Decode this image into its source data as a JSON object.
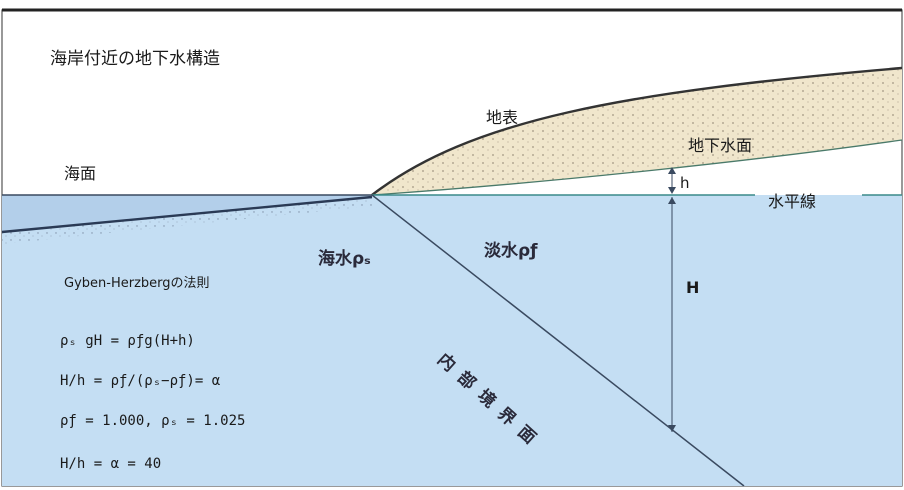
{
  "title": "海岸付近の地下水構造",
  "labels": {
    "sea_surface": "海面",
    "ground_surface": "地表",
    "water_table": "地下水面",
    "horizontal_line": "水平線",
    "h": "h",
    "H": "H",
    "seawater": "海水ρₛ",
    "freshwater": "淡水ρƒ",
    "interface": "内部境界面"
  },
  "law": {
    "title": "Gyben-Herzbergの法則",
    "formulas": [
      "ρₛ gH = ρƒg(H+h)",
      "H/h = ρƒ/(ρₛ−ρƒ)= α",
      "ρƒ = 1.000, ρₛ = 1.025",
      "H/h = α = 40"
    ]
  },
  "colors": {
    "water": "#c4def3",
    "sea_top": "#b5d1ec",
    "sand": "#f0e6cc",
    "lines": "#3a4a60",
    "horizon": "#3a8a8a"
  }
}
